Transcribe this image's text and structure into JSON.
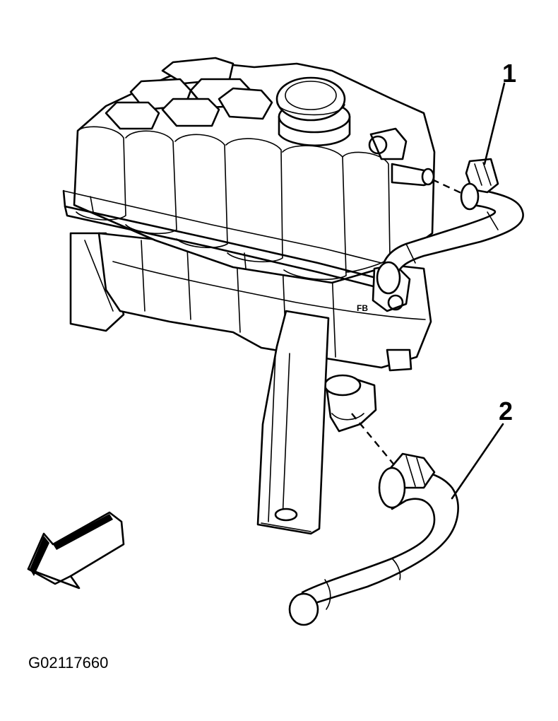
{
  "figure": {
    "callouts": [
      {
        "label": "1"
      },
      {
        "label": "2"
      }
    ],
    "figure_id": "G02117660"
  }
}
